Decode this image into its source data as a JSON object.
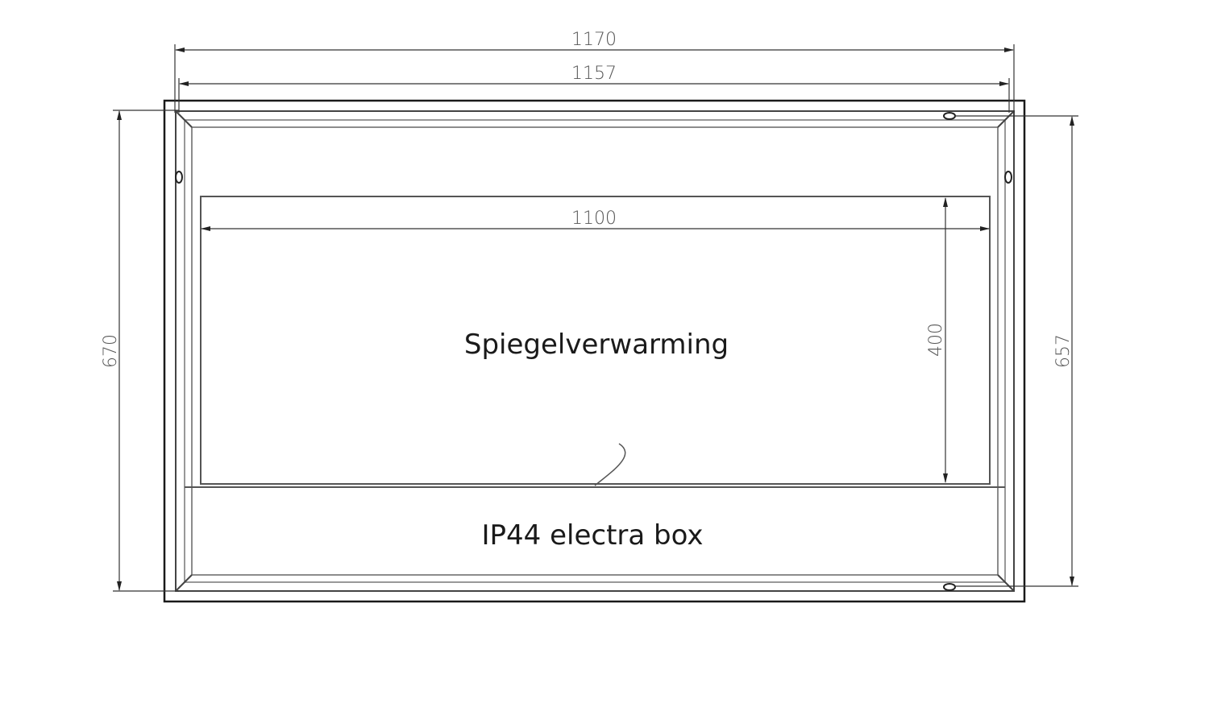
{
  "drawing": {
    "type": "technical-dimension-drawing",
    "dimensions": {
      "outer_width": "1170",
      "inner_width": "1157",
      "heating_width": "1100",
      "heating_height": "400",
      "outer_height": "670",
      "inner_height": "657"
    },
    "labels": {
      "heating_zone": "Spiegelverwarming",
      "electrical_box": "IP44 electra box"
    },
    "colors": {
      "line": "#1a1a1a",
      "dim_line": "#333333",
      "dim_text": "#555555",
      "background": "#ffffff"
    }
  }
}
